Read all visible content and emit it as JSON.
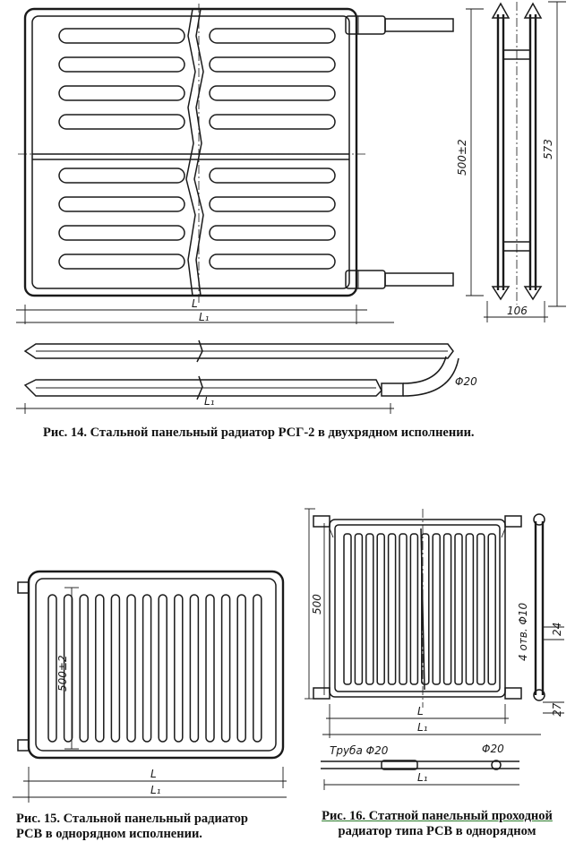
{
  "figures": [
    {
      "id": "fig14",
      "caption": "Рис. 14. Стальной панельный радиатор РСГ-2 в двухрядном исполнении.",
      "labels": {
        "height": "500±2",
        "overall_height": "573",
        "depth": "106",
        "length_l": "L",
        "length_l1": "L₁",
        "pipe": "Φ20"
      }
    },
    {
      "id": "fig15",
      "caption_lines": [
        "Рис. 15. Стальной панельный радиатор",
        "РСВ в однорядном исполнении."
      ],
      "labels": {
        "height": "500±2",
        "length_l": "L",
        "length_l1": "L₁"
      }
    },
    {
      "id": "fig16",
      "caption_lead": "Рис. 16. Статной панельный проходной",
      "caption_rest": "радиатор  типа   РСВ   в  однорядном",
      "labels": {
        "overall_height": "500",
        "holes": "4 отв. Φ10",
        "offset_top": "24",
        "offset_bottom": "27",
        "length_l": "L",
        "length_l1": "L₁",
        "pipe_label": "Труба Φ20",
        "pipe": "Φ20"
      }
    }
  ]
}
